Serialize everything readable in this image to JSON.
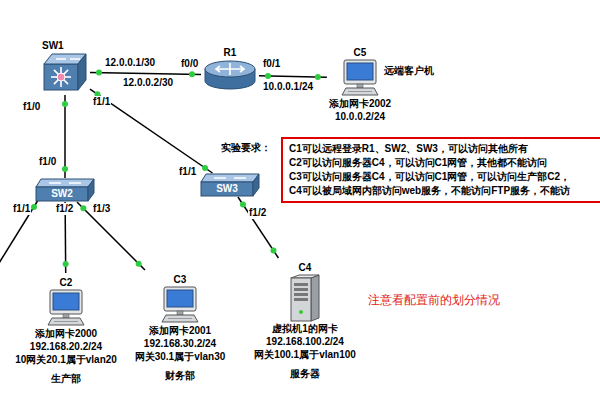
{
  "diagram": {
    "nodes": [
      {
        "text": [
          "SW1"
        ]
      },
      {
        "text": [
          "R1"
        ]
      },
      {
        "text": [
          "C5",
          "远端客户机",
          "添加网卡2002",
          "10.0.0.2/24"
        ]
      },
      {
        "text": [
          "实验要求：",
          "C1可以远程登录R1、SW2、SW3，可以访问其他所有",
          "C2可以访问服务器C4，可以访问C1网管，其他都不能访问",
          "C3可以访问服务器C4，可以访问C1网管，可以访问生产部C2，",
          "C4可以被局域网内部访问web服务，不能访问FTP服务，不能访"
        ]
      },
      {
        "text": [
          "SW2"
        ]
      },
      {
        "text": [
          "SW3"
        ]
      },
      {
        "text": [
          "C2",
          "添加网卡2000",
          "192.168.20.2/24",
          "10网关20.1属于vlan20",
          "生产部"
        ]
      },
      {
        "text": [
          "C3",
          "添加网卡2001",
          "192.168.30.2/24",
          "网关30.1属于vlan30",
          "财务部"
        ]
      },
      {
        "text": [
          "C4",
          "虚拟机1的网卡",
          "192.168.100.2/24",
          "网关100.1属于vlan100",
          "服务器"
        ]
      }
    ],
    "edges": [
      {
        "from": 0,
        "to": 1,
        "arrow": "none"
      },
      {
        "from": 1,
        "to": 2,
        "arrow": "none"
      },
      {
        "from": 0,
        "to": 4,
        "arrow": "none"
      },
      {
        "from": 0,
        "to": 5,
        "arrow": "none"
      },
      {
        "from": 4,
        "to": 6,
        "arrow": "none"
      },
      {
        "from": 4,
        "to": 7,
        "arrow": "none"
      },
      {
        "from": 5,
        "to": 8,
        "arrow": "none"
      }
    ],
    "labels": [
      "12.0.0.1/30",
      "12.0.0.2/30",
      "f0/0",
      "f0/1",
      "10.0.0.1/24",
      "f1/0",
      "f1/1",
      "f1/0",
      "f1/1",
      "f1/1",
      "f1/2",
      "f1/3",
      "f1/2",
      "注意看配置前的划分情况"
    ]
  }
}
